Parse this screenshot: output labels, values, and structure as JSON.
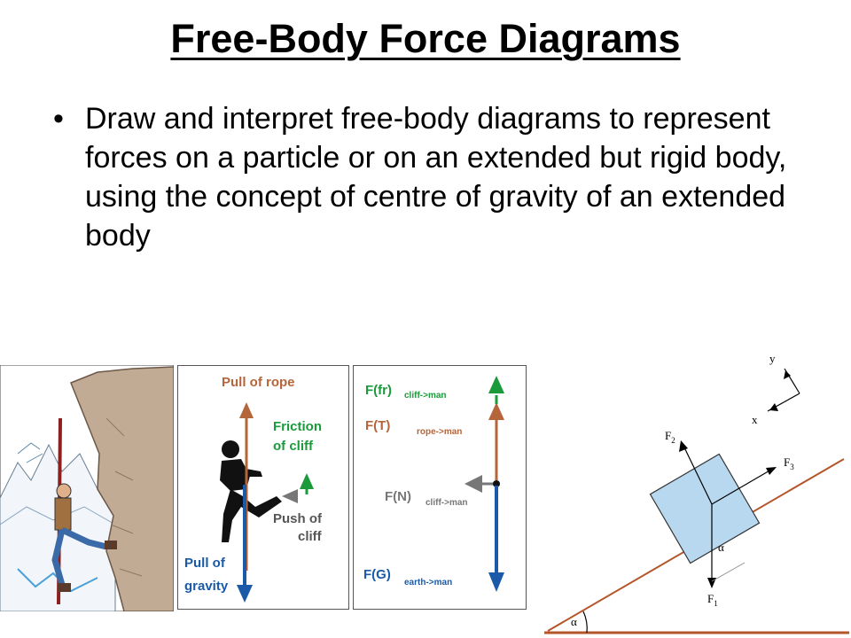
{
  "title": "Free-Body Force Diagrams",
  "bullet": "Draw and interpret free-body diagrams to represent forces on a particle or on an extended but rigid body, using the concept of centre of gravity of an extended body",
  "panel_forces": {
    "pull_of_rope": "Pull of rope",
    "friction_line1": "Friction",
    "friction_line2": "of cliff",
    "push_line1": "Push of",
    "push_line2": "cliff",
    "gravity_line1": "Pull of",
    "gravity_line2": "gravity"
  },
  "panel_fbd": {
    "ffr_main": "F(fr)",
    "ffr_sub": "cliff->man",
    "ft_main": "F(T)",
    "ft_sub": "rope->man",
    "fn_main": "F(N)",
    "fn_sub": "cliff->man",
    "fg_main": "F(G)",
    "fg_sub": "earth->man"
  },
  "incline": {
    "axis_y": "y",
    "axis_x": "x",
    "f1": "F",
    "f1_sub": "1",
    "f2": "F",
    "f2_sub": "2",
    "f3": "F",
    "f3_sub": "3",
    "alpha_block": "α",
    "alpha_base": "α"
  },
  "colors": {
    "rope": "#b5653a",
    "friction": "#1a9a3a",
    "normal": "#7a7a7a",
    "gravity": "#1a5aa8",
    "block": "#b8d8ef",
    "incline": "#b5552a"
  }
}
